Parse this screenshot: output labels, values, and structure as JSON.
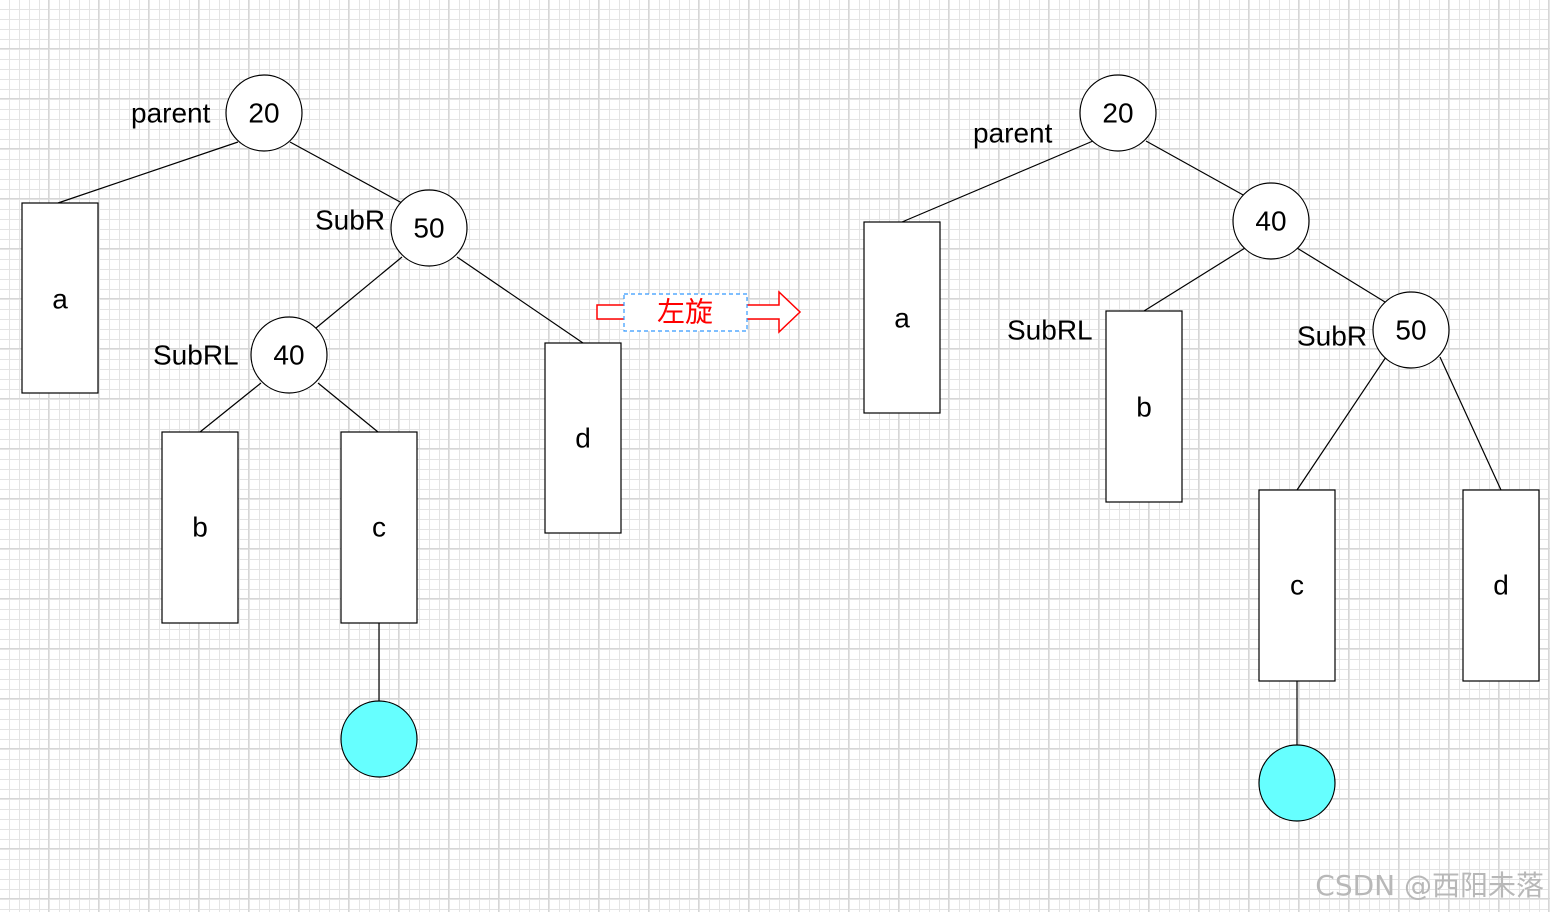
{
  "watermark": "CSDN @西阳未落",
  "arrow_label": "左旋",
  "colors": {
    "line": "#000000",
    "leaf_fill": "#66ffff",
    "arrow": "#ff0000",
    "label_border": "#3399ff",
    "grid": "#e4e4e4"
  },
  "before": {
    "nodes": [
      {
        "id": "n20",
        "value": "20",
        "role": "parent"
      },
      {
        "id": "n50",
        "value": "50",
        "role": "SubR"
      },
      {
        "id": "n40",
        "value": "40",
        "role": "SubRL"
      }
    ],
    "subtrees": [
      {
        "id": "a",
        "label": "a"
      },
      {
        "id": "b",
        "label": "b"
      },
      {
        "id": "c",
        "label": "c"
      },
      {
        "id": "d",
        "label": "d"
      }
    ]
  },
  "after": {
    "nodes": [
      {
        "id": "n20",
        "value": "20",
        "role": "parent"
      },
      {
        "id": "n40",
        "value": "40",
        "role": ""
      },
      {
        "id": "n50",
        "value": "50",
        "role": "SubR"
      }
    ],
    "subtrees": [
      {
        "id": "a",
        "label": "a"
      },
      {
        "id": "b",
        "label": "b",
        "role": "SubRL"
      },
      {
        "id": "c",
        "label": "c"
      },
      {
        "id": "d",
        "label": "d"
      }
    ]
  }
}
